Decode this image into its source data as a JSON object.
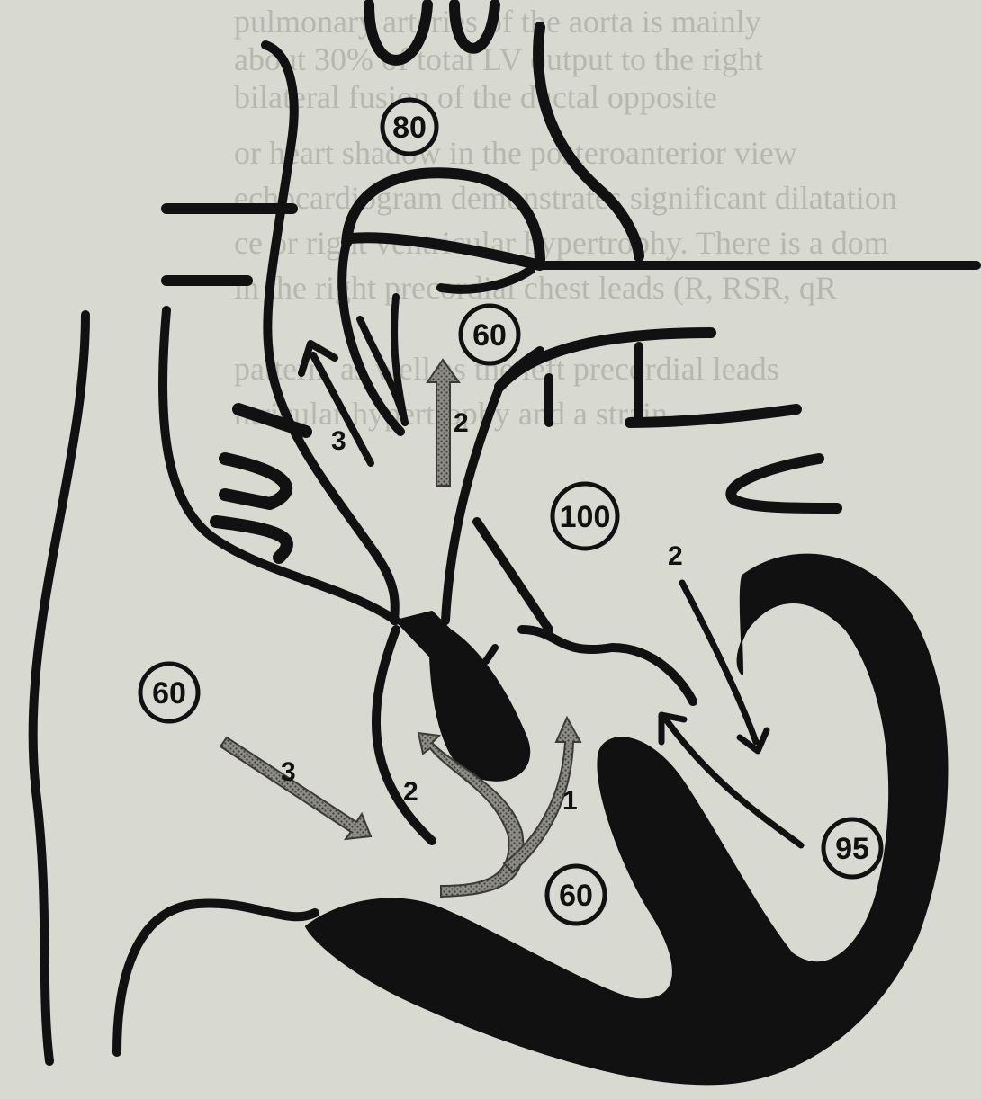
{
  "background_text": [
    "pulmonary arteries of the aorta is mainly",
    "about 30% of total LV output to the right",
    "bilateral fusion of the ductal opposite",
    "or heart shadow in the posteroanterior view",
    "echocardiogram demonstrates significant dilatation",
    "ce or right ventricular hypertrophy. There is a dom",
    "in the right precordial chest leads (R, RSR, qR",
    "pattern, as well as the left precordial leads",
    "ntricular hypertrophy and a strain"
  ],
  "pressure_labels": [
    {
      "id": "aorta",
      "value": "80"
    },
    {
      "id": "pulmonary-artery",
      "value": "60"
    },
    {
      "id": "left-atrium",
      "value": "100"
    },
    {
      "id": "right-atrium",
      "value": "60"
    },
    {
      "id": "right-ventricle",
      "value": "60"
    },
    {
      "id": "left-ventricle",
      "value": "95"
    }
  ],
  "flow_numbers": {
    "svc_flow": "3",
    "ra_flow": "3",
    "pa_outflow": "2",
    "rv_inflow": "2",
    "rv_outflow": "1",
    "la_flow": "2"
  },
  "colors": {
    "ink": "#111111",
    "hatched_arrow": "#7a7a72",
    "background": "#d8d9d0"
  }
}
